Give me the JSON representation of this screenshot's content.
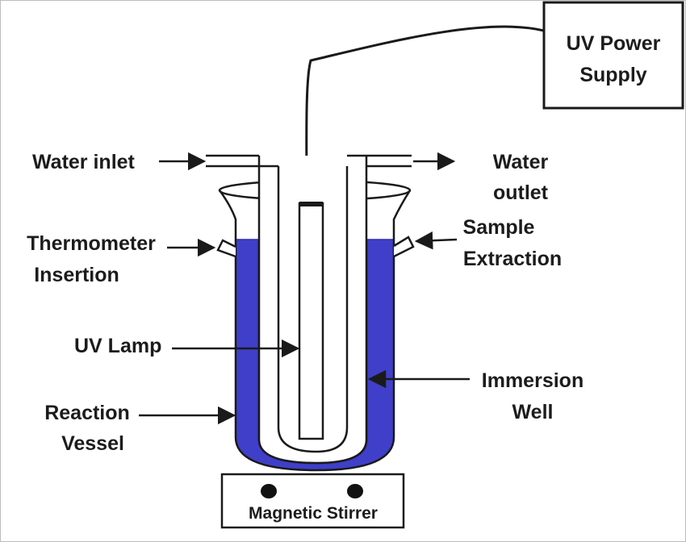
{
  "labels": {
    "uv_power_supply": [
      "UV Power",
      "Supply"
    ],
    "water_inlet": "Water inlet",
    "water_outlet": [
      "Water",
      "outlet"
    ],
    "thermometer": [
      "Thermometer",
      "Insertion"
    ],
    "sample_extraction": [
      "Sample",
      "Extraction"
    ],
    "uv_lamp": "UV Lamp",
    "immersion_well": [
      "Immersion",
      "Well"
    ],
    "reaction_vessel": [
      "Reaction",
      "Vessel"
    ],
    "magnetic_stirrer": "Magnetic Stirrer"
  },
  "colors": {
    "liquid": "#3f3fc9",
    "liquid_edge": "#2f2fa8",
    "stroke": "#1a1a1a",
    "background": "#ffffff"
  }
}
